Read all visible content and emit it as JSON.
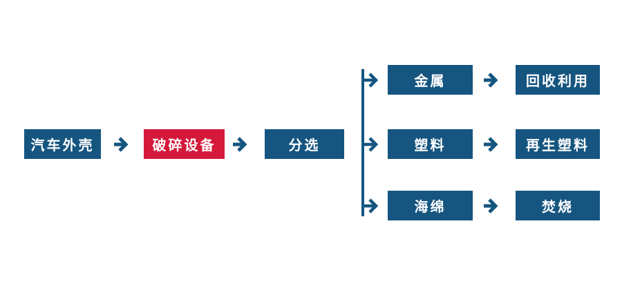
{
  "diagram": {
    "type": "flowchart",
    "description": "Automobile shell recycling process flow",
    "colors": {
      "primary_blue": "#155580",
      "accent_red": "#D5193B",
      "node_text": "#FFFFFF",
      "background": "#FFFFFF"
    },
    "icons": {
      "arrow_right": "→"
    },
    "main_chain": [
      {
        "label": "汽车外壳",
        "style": "blue"
      },
      {
        "label": "破碎设备",
        "style": "red"
      },
      {
        "label": "分选",
        "style": "blue"
      }
    ],
    "branches": [
      {
        "material": "金属",
        "outcome": "回收利用"
      },
      {
        "material": "塑料",
        "outcome": "再生塑料"
      },
      {
        "material": "海绵",
        "outcome": "焚烧"
      }
    ]
  }
}
